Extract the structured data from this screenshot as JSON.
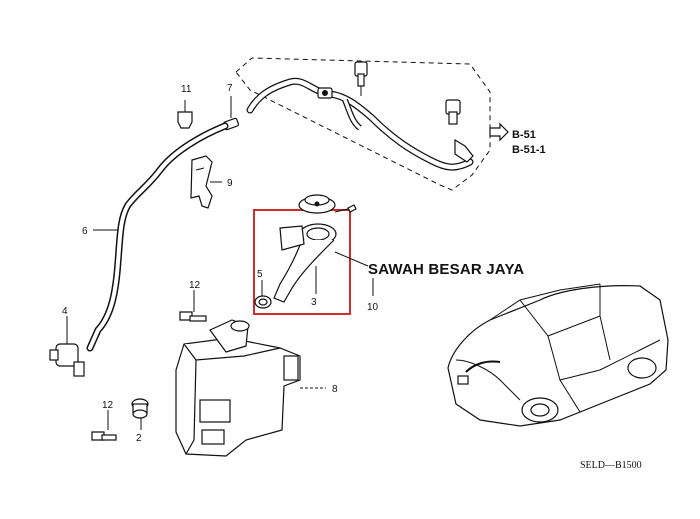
{
  "callouts": {
    "n2": "2",
    "n3": "3",
    "n4": "4",
    "n5": "5",
    "n6": "6",
    "n7": "7",
    "n8": "8",
    "n9": "9",
    "n10": "10",
    "n11": "11",
    "n12a": "12",
    "n12b": "12"
  },
  "refs": {
    "b51": "B-51",
    "b511": "B-51-1"
  },
  "watermark": "SAWAH BESAR JAYA",
  "diagram_code": "SELD—B1500",
  "highlight_color": "#d22b2b"
}
